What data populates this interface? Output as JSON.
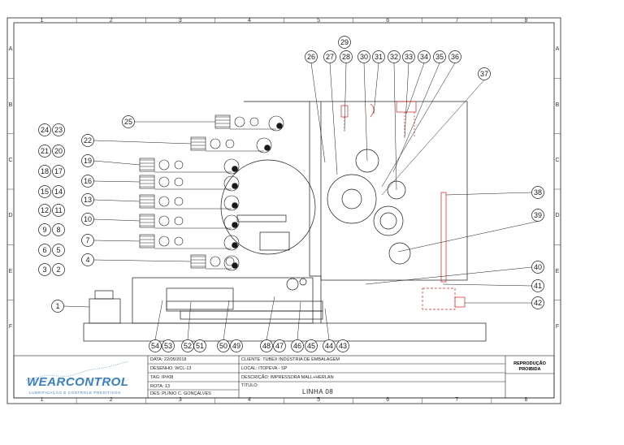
{
  "ruler": {
    "columns": [
      "1",
      "2",
      "3",
      "4",
      "5",
      "6",
      "7",
      "8"
    ],
    "rows": [
      "A",
      "B",
      "C",
      "D",
      "E",
      "F"
    ]
  },
  "callouts": {
    "top": [
      "26",
      "27",
      "28",
      "29",
      "30",
      "31",
      "32",
      "33",
      "34",
      "35",
      "36",
      "37"
    ],
    "left_pairs": [
      [
        "24",
        "23"
      ],
      [
        "21",
        "20"
      ],
      [
        "18",
        "17"
      ],
      [
        "15",
        "14"
      ],
      [
        "12",
        "11"
      ],
      [
        "9",
        "8"
      ],
      [
        "6",
        "5"
      ],
      [
        "3",
        "2"
      ]
    ],
    "left_single": [
      "25",
      "22",
      "19",
      "16",
      "13",
      "10",
      "7",
      "4",
      "1"
    ],
    "right": [
      "38",
      "39",
      "40",
      "41",
      "42"
    ],
    "bottom_pairs": [
      [
        "54",
        "53"
      ],
      [
        "52",
        "51"
      ],
      [
        "50",
        "49"
      ],
      [
        "48",
        "47"
      ],
      [
        "46",
        "45"
      ],
      [
        "44",
        "43"
      ]
    ]
  },
  "title_block": {
    "date_label": "DATA:",
    "date_value": "22/05/2018",
    "drawing_label": "DESENHO:",
    "drawing_value": "WCL-13",
    "tag_label": "TAG:",
    "tag_value": "IP#08",
    "rota_label": "ROTA:",
    "rota_value": "13",
    "des_label": "DES.:",
    "des_value": "PLINIO C. GONÇALVES",
    "client_label": "CLIENTE:",
    "client_value": "TUBEX INDÚSTRIA DE EMBALAGEM",
    "local_label": "LOCAL:",
    "local_value": "ITOPEVA - SP",
    "desc_label": "DESCRIÇÃO:",
    "desc_value": "IMPRESSORA MALL+HERLAN",
    "title_label": "TITULO:",
    "title_value": "LINHA 08",
    "repro_line1": "REPRODUÇÃO",
    "repro_line2": "PROIBIDA"
  },
  "logo": {
    "name": "WEARCONTROL",
    "tagline": "LUBRIFICAÇÃO E CONTROLE PREDITIVOS",
    "color": "#3a7fc2"
  },
  "colors": {
    "line": "#1a1a1a",
    "red_accent": "#d42020"
  }
}
